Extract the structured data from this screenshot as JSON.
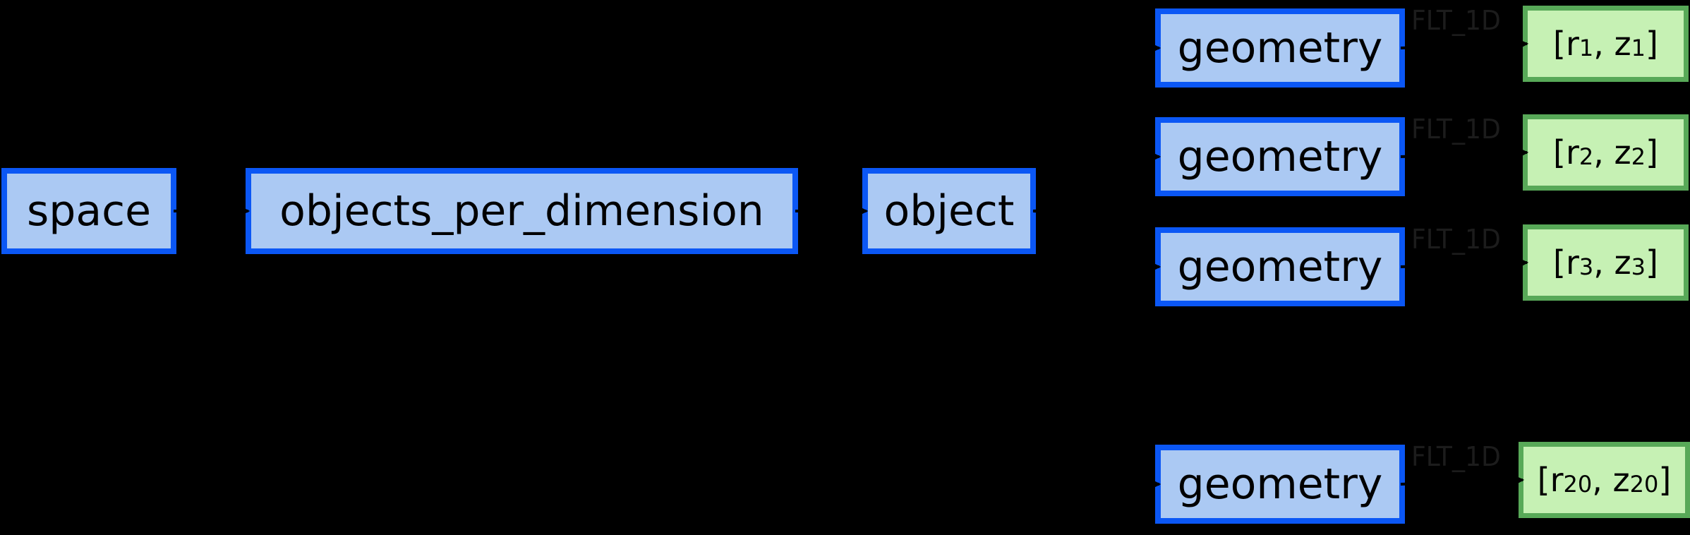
{
  "diagram": {
    "background": "#000000",
    "nodes": {
      "space": "space",
      "objects_per_dimension": "objects_per_dimension",
      "object": "object"
    },
    "rows": [
      {
        "geometry": "geometry",
        "edge_label": "FLT_1D",
        "value": {
          "pre": "[r",
          "sub1": "1",
          "mid": ", z",
          "sub2": "1",
          "post": "]"
        }
      },
      {
        "geometry": "geometry",
        "edge_label": "FLT_1D",
        "value": {
          "pre": "[r",
          "sub1": "2",
          "mid": ", z",
          "sub2": "2",
          "post": "]"
        }
      },
      {
        "geometry": "geometry",
        "edge_label": "FLT_1D",
        "value": {
          "pre": "[r",
          "sub1": "3",
          "mid": ", z",
          "sub2": "3",
          "post": "]"
        }
      },
      {
        "geometry": "geometry",
        "edge_label": "FLT_1D",
        "value": {
          "pre": "[r",
          "sub1": "20",
          "mid": ", z",
          "sub2": "20",
          "post": "]"
        }
      }
    ],
    "colors": {
      "bg": "#000000",
      "node-fill": "#abc9f3",
      "node-border": "#0b57f5",
      "leaf-fill": "#c6f1b4",
      "leaf-border": "#58a958",
      "node-text": "#000000",
      "edge": "#000000",
      "edge-label": "#1c1c1c"
    }
  }
}
